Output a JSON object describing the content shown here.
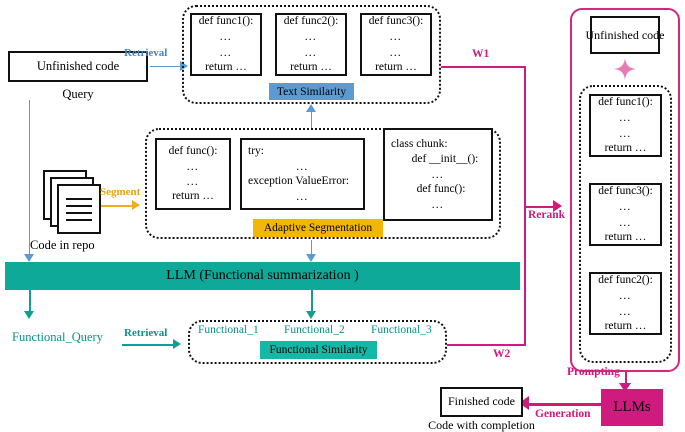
{
  "title": "Code completion RAG pipeline diagram",
  "left": {
    "unfinished_code_box": "Unfinished code",
    "query_caption": "Query",
    "repo_caption": "Code in repo",
    "functional_query": "Functional_Query"
  },
  "edges": {
    "retrieval_top": "Retrieval",
    "retrieval_bottom": "Retrieval",
    "segment": "Segment",
    "w1": "W1",
    "w2": "W2",
    "rerank": "Rerank",
    "prompting": "Prompting",
    "generation": "Generation"
  },
  "text_similarity_panel": {
    "chip": "Text Similarity",
    "snippets": [
      {
        "header": "def func1():",
        "mid1": "…",
        "mid2": "…",
        "tail": "return …"
      },
      {
        "header": "def func2():",
        "mid1": "…",
        "mid2": "…",
        "tail": "return …"
      },
      {
        "header": "def func3():",
        "mid1": "…",
        "mid2": "…",
        "tail": "return …"
      }
    ]
  },
  "adaptive_segmentation_panel": {
    "chip": "Adaptive Segmentation",
    "chunks": [
      {
        "lines": [
          "def func():",
          "…",
          "…",
          "return …"
        ]
      },
      {
        "lines": [
          "try:",
          "…",
          "exception ValueError:",
          "…"
        ]
      },
      {
        "lines": [
          "class chunk:",
          "def __init__():",
          "…",
          "def func():",
          "…"
        ]
      }
    ]
  },
  "llm_bar": "LLM (Functional summarization )",
  "functional_similarity_panel": {
    "items": [
      "Functional_1",
      "Functional_2",
      "Functional_3"
    ],
    "chip": "Functional Similarity"
  },
  "rerank_panel": {
    "unfinished_code": "Unfinished code",
    "sparkle_icon": "sparkle-icon",
    "snippets": [
      {
        "header": "def func1():",
        "mid1": "…",
        "mid2": "…",
        "tail": "return …"
      },
      {
        "header": "def func3():",
        "mid1": "…",
        "mid2": "…",
        "tail": "return …"
      },
      {
        "header": "def func2():",
        "mid1": "…",
        "mid2": "…",
        "tail": "return …"
      }
    ]
  },
  "output": {
    "llms_box": "LLMs",
    "finished_code_box": "Finished code",
    "caption": "Code with completion"
  },
  "colors": {
    "blue": "#5b9bd1",
    "teal": "#0fa99a",
    "amber": "#f2b705",
    "pink": "#cf1a7e",
    "sparkle_pink": "#e87ab5",
    "magenta": "#cf1a7e",
    "black": "#111111"
  }
}
